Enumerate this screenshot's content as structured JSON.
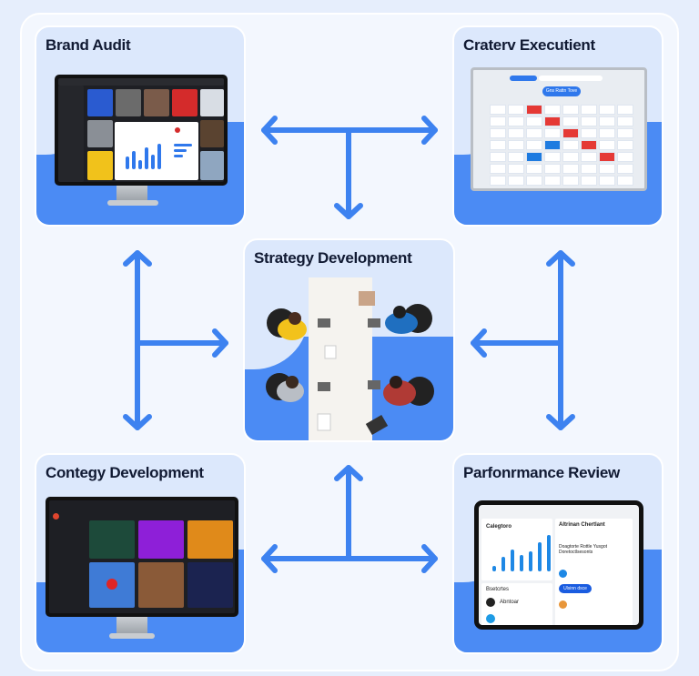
{
  "cards": {
    "top_left": {
      "title": "Brand Audit"
    },
    "top_right": {
      "title": "Craterv Executient"
    },
    "center": {
      "title": "Strategy Development"
    },
    "bottom_left": {
      "title": "Contegy Development"
    },
    "bottom_right": {
      "title": "Parfonrmance Review"
    }
  },
  "bottom_right_screen": {
    "chart_title": "Calegtoro",
    "side_title": "Altrinan Chertlant",
    "side_text": "Doagtorte Rottle Yusgot Doretoctlsesonts",
    "button": "Ulsinn dsce",
    "list_title": "Bsetcrtes",
    "item1": "Abntoar"
  },
  "top_right_screen": {
    "header_button": "Gns Rattn Tove"
  },
  "colors": {
    "accent": "#4b8bf4",
    "arrow": "#3d82f0",
    "card_top": "#dce8fc",
    "title": "#111a33"
  }
}
